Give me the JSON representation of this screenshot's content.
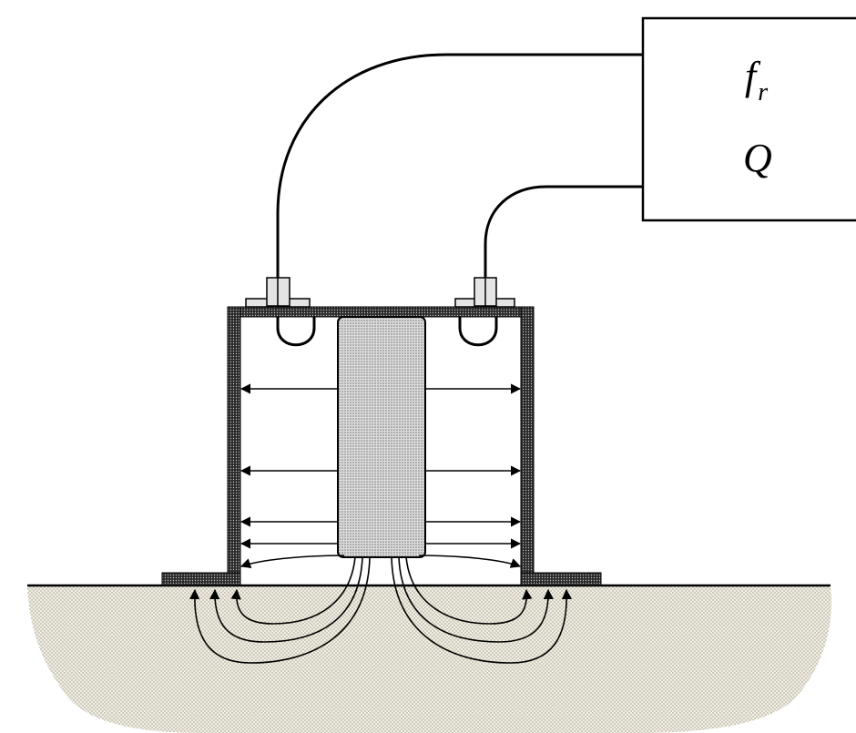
{
  "instrument": {
    "labels": {
      "frequency_symbol": "f",
      "frequency_subscript": "r",
      "quality_symbol": "Q"
    }
  },
  "colors": {
    "line": "#000000",
    "ground_fill": "#ece8dc",
    "rod_fill": "#c9c9c9",
    "housing_fill": "#3a3a3a",
    "background": "#ffffff"
  }
}
